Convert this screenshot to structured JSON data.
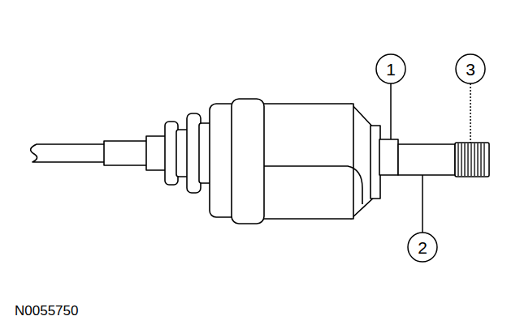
{
  "diagram": {
    "labels": [
      "1",
      "2",
      "3",
      "N0055750"
    ]
  }
}
